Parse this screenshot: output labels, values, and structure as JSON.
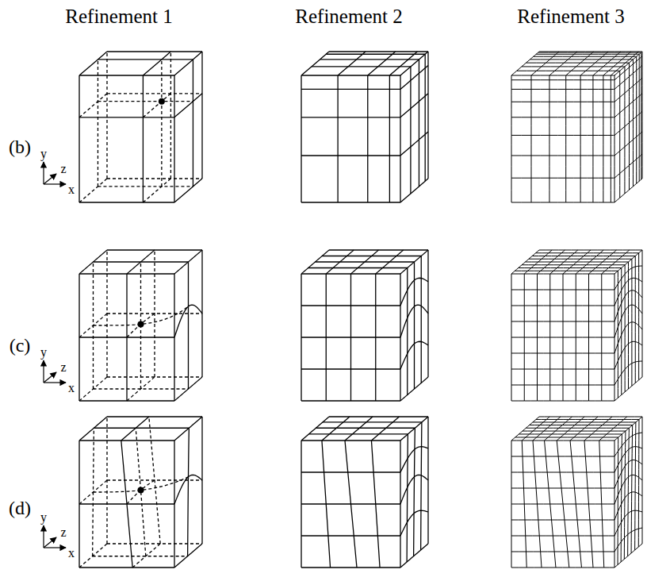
{
  "diagram": {
    "labels": [
      "Refinement 1",
      "Refinement 2",
      "Refinement 3",
      "(b)",
      "y",
      "z",
      "x",
      "(c)",
      "y",
      "z",
      "x",
      "(d)",
      "y",
      "z",
      "x"
    ]
  }
}
